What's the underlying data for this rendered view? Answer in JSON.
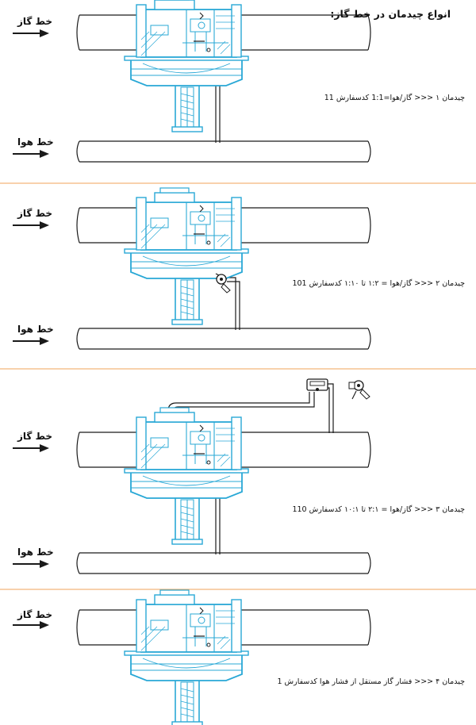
{
  "heading": "انواع چیدمان در خط گاز:",
  "colors": {
    "regulator": "#29a8d6",
    "line": "#1a1a1a",
    "separator": "#f0a35a"
  },
  "sections": [
    {
      "gas_label": "خط گاز",
      "air_label": "خط هوا",
      "caption": "چیدمان ۱ <<< گاز/هوا=1:1 کدسفارش 11"
    },
    {
      "gas_label": "خط گاز",
      "air_label": "خط هوا",
      "caption": "چیدمان ۲ <<< گاز/هوا = ۱:۲ تا ۱:۱۰ کدسفارش 101"
    },
    {
      "gas_label": "خط گاز",
      "air_label": "خط هوا",
      "caption": "چیدمان ۳ <<< گاز/هوا = ۲:۱ تا ۱۰:۱ کدسفارش 110"
    },
    {
      "gas_label": "خط گاز",
      "caption": "چیدمان ۴ <<< فشار گاز مستقل از فشار هوا کدسفارش 1"
    }
  ]
}
